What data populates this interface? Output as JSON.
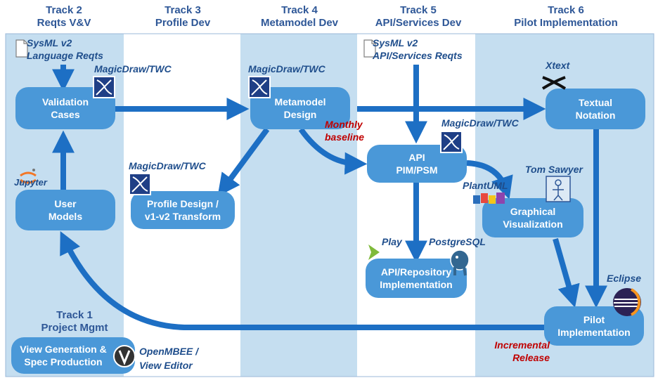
{
  "tracks": [
    {
      "line1": "Track 2",
      "line2": "Reqts V&V"
    },
    {
      "line1": "Track 3",
      "line2": "Profile Dev"
    },
    {
      "line1": "Track 4",
      "line2": "Metamodel Dev"
    },
    {
      "line1": "Track 5",
      "line2": "API/Services Dev"
    },
    {
      "line1": "Track 6",
      "line2": "Pilot Implementation"
    }
  ],
  "track1": {
    "line1": "Track 1",
    "line2": "Project Mgmt"
  },
  "documents": {
    "language_reqts": {
      "line1": "SysML v2",
      "line2": "Language Reqts"
    },
    "api_reqts": {
      "line1": "SysML v2",
      "line2": "API/Services Reqts"
    }
  },
  "nodes": {
    "validation_cases": {
      "line1": "Validation",
      "line2": "Cases"
    },
    "user_models": {
      "line1": "User",
      "line2": "Models"
    },
    "profile_design": {
      "line1": "Profile Design /",
      "line2": "v1-v2 Transform"
    },
    "metamodel_design": {
      "line1": "Metamodel",
      "line2": "Design"
    },
    "api_pim_psm": {
      "line1": "API",
      "line2": "PIM/PSM"
    },
    "api_repo": {
      "line1": "API/Repository",
      "line2": "Implementation"
    },
    "textual_notation": {
      "line1": "Textual",
      "line2": "Notation"
    },
    "graphical_viz": {
      "line1": "Graphical",
      "line2": "Visualization"
    },
    "pilot_impl": {
      "line1": "Pilot",
      "line2": "Implementation"
    },
    "view_generation": {
      "line1": "View Generation &",
      "line2": "Spec Production"
    }
  },
  "tools": {
    "magicdraw_1": "MagicDraw/TWC",
    "magicdraw_2": "MagicDraw/TWC",
    "magicdraw_3": "MagicDraw/TWC",
    "magicdraw_4": "MagicDraw/TWC",
    "jupyter": "Jupyter",
    "xtext": "Xtext",
    "tom_sawyer": "Tom Sawyer",
    "plantuml": "PlantUML",
    "play": "Play",
    "postgresql": "PostgreSQL",
    "eclipse": "Eclipse",
    "openmbee": {
      "line1": "OpenMBEE /",
      "line2": "View Editor"
    }
  },
  "annotations": {
    "monthly": {
      "line1": "Monthly",
      "line2": "baseline"
    },
    "incremental": {
      "line1": "Incremental",
      "line2": "Release"
    }
  },
  "colors": {
    "lane_blue": "#C5DEF0",
    "node_blue": "#4A98D8",
    "arrow_blue": "#1D6FC4",
    "header_text": "#2E5797",
    "red_text": "#C00000"
  }
}
